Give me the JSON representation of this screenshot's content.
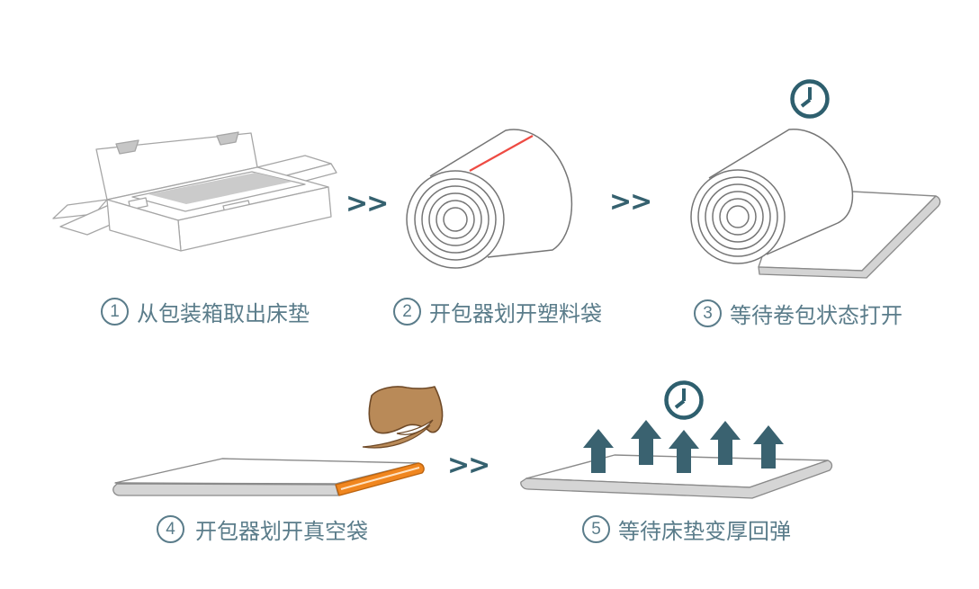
{
  "page": {
    "background": "#ffffff",
    "language": "zh-CN",
    "description": "mattress-unboxing-instructions"
  },
  "separator": ">>",
  "colors": {
    "label_teal": "#5a7c8a",
    "accent_teal": "#2e5f6e",
    "chevron_teal": "#35616f",
    "cut_line_red": "#ee4b43",
    "vacuum_edge_orange": "#f0861f",
    "bag_brown": "#b98a58",
    "slab_edge_gray": "#d5d5d5",
    "outline_gray": "#8a8a8a"
  },
  "steps": [
    {
      "number": "1",
      "label": "从包装箱取出床垫",
      "illustration": "open-carton-box"
    },
    {
      "number": "2",
      "label": "开包器划开塑料袋",
      "illustration": "rolled-mattress-with-cut-line"
    },
    {
      "number": "3",
      "label": "等待卷包状态打开",
      "illustration": "unrolling-mattress-with-clock"
    },
    {
      "number": "4",
      "label": "开包器划开真空袋",
      "illustration": "flat-mattress-vacuum-bag-peel"
    },
    {
      "number": "5",
      "label": "等待床垫变厚回弹",
      "illustration": "expanding-mattress-with-arrows-and-clock"
    }
  ]
}
